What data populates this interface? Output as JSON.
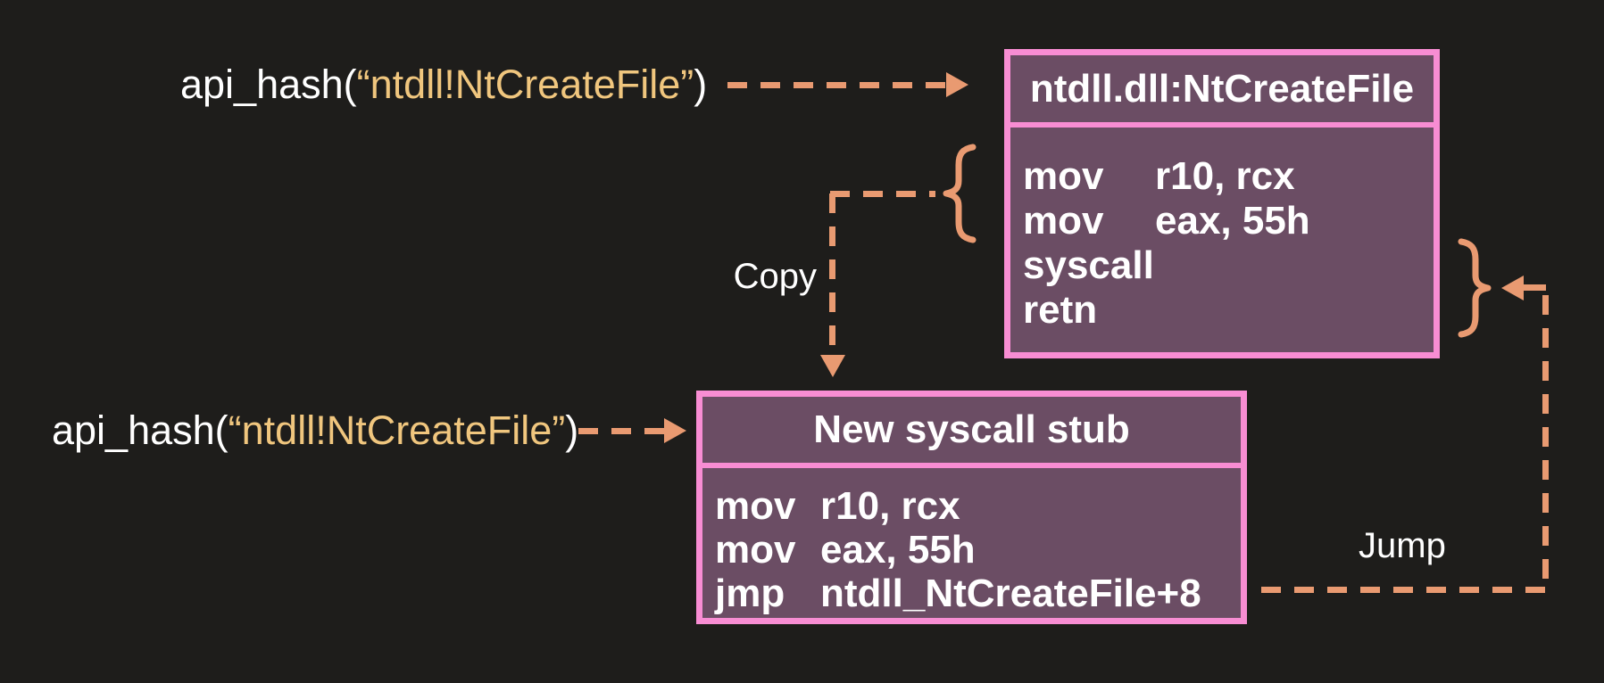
{
  "colors": {
    "bg": "#1e1d1b",
    "box-fill": "#6b4d64",
    "box-border": "#f88dd3",
    "arrow": "#e99a71",
    "string": "#f0c67e",
    "text": "#ffffff"
  },
  "api_hash_top": {
    "prefix": "api_hash(",
    "quoted": "“ntdll!NtCreateFile”",
    "suffix": ")"
  },
  "api_hash_bottom": {
    "prefix": "api_hash(",
    "quoted": "“ntdll!NtCreateFile”",
    "suffix": ")"
  },
  "labels": {
    "copy": "Copy",
    "jump": "Jump"
  },
  "boxes": [
    {
      "title": "ntdll.dll:NtCreateFile",
      "instructions": [
        {
          "mnemonic": "mov",
          "operands": "r10, rcx"
        },
        {
          "mnemonic": "mov",
          "operands": "eax, 55h"
        },
        {
          "mnemonic": "syscall",
          "operands": ""
        },
        {
          "mnemonic": "retn",
          "operands": ""
        }
      ]
    },
    {
      "title": "New syscall stub",
      "instructions": [
        {
          "mnemonic": "mov",
          "operands": "r10, rcx"
        },
        {
          "mnemonic": "mov",
          "operands": "eax, 55h"
        },
        {
          "mnemonic": "jmp",
          "operands": "ntdll_NtCreateFile+8"
        }
      ]
    }
  ]
}
